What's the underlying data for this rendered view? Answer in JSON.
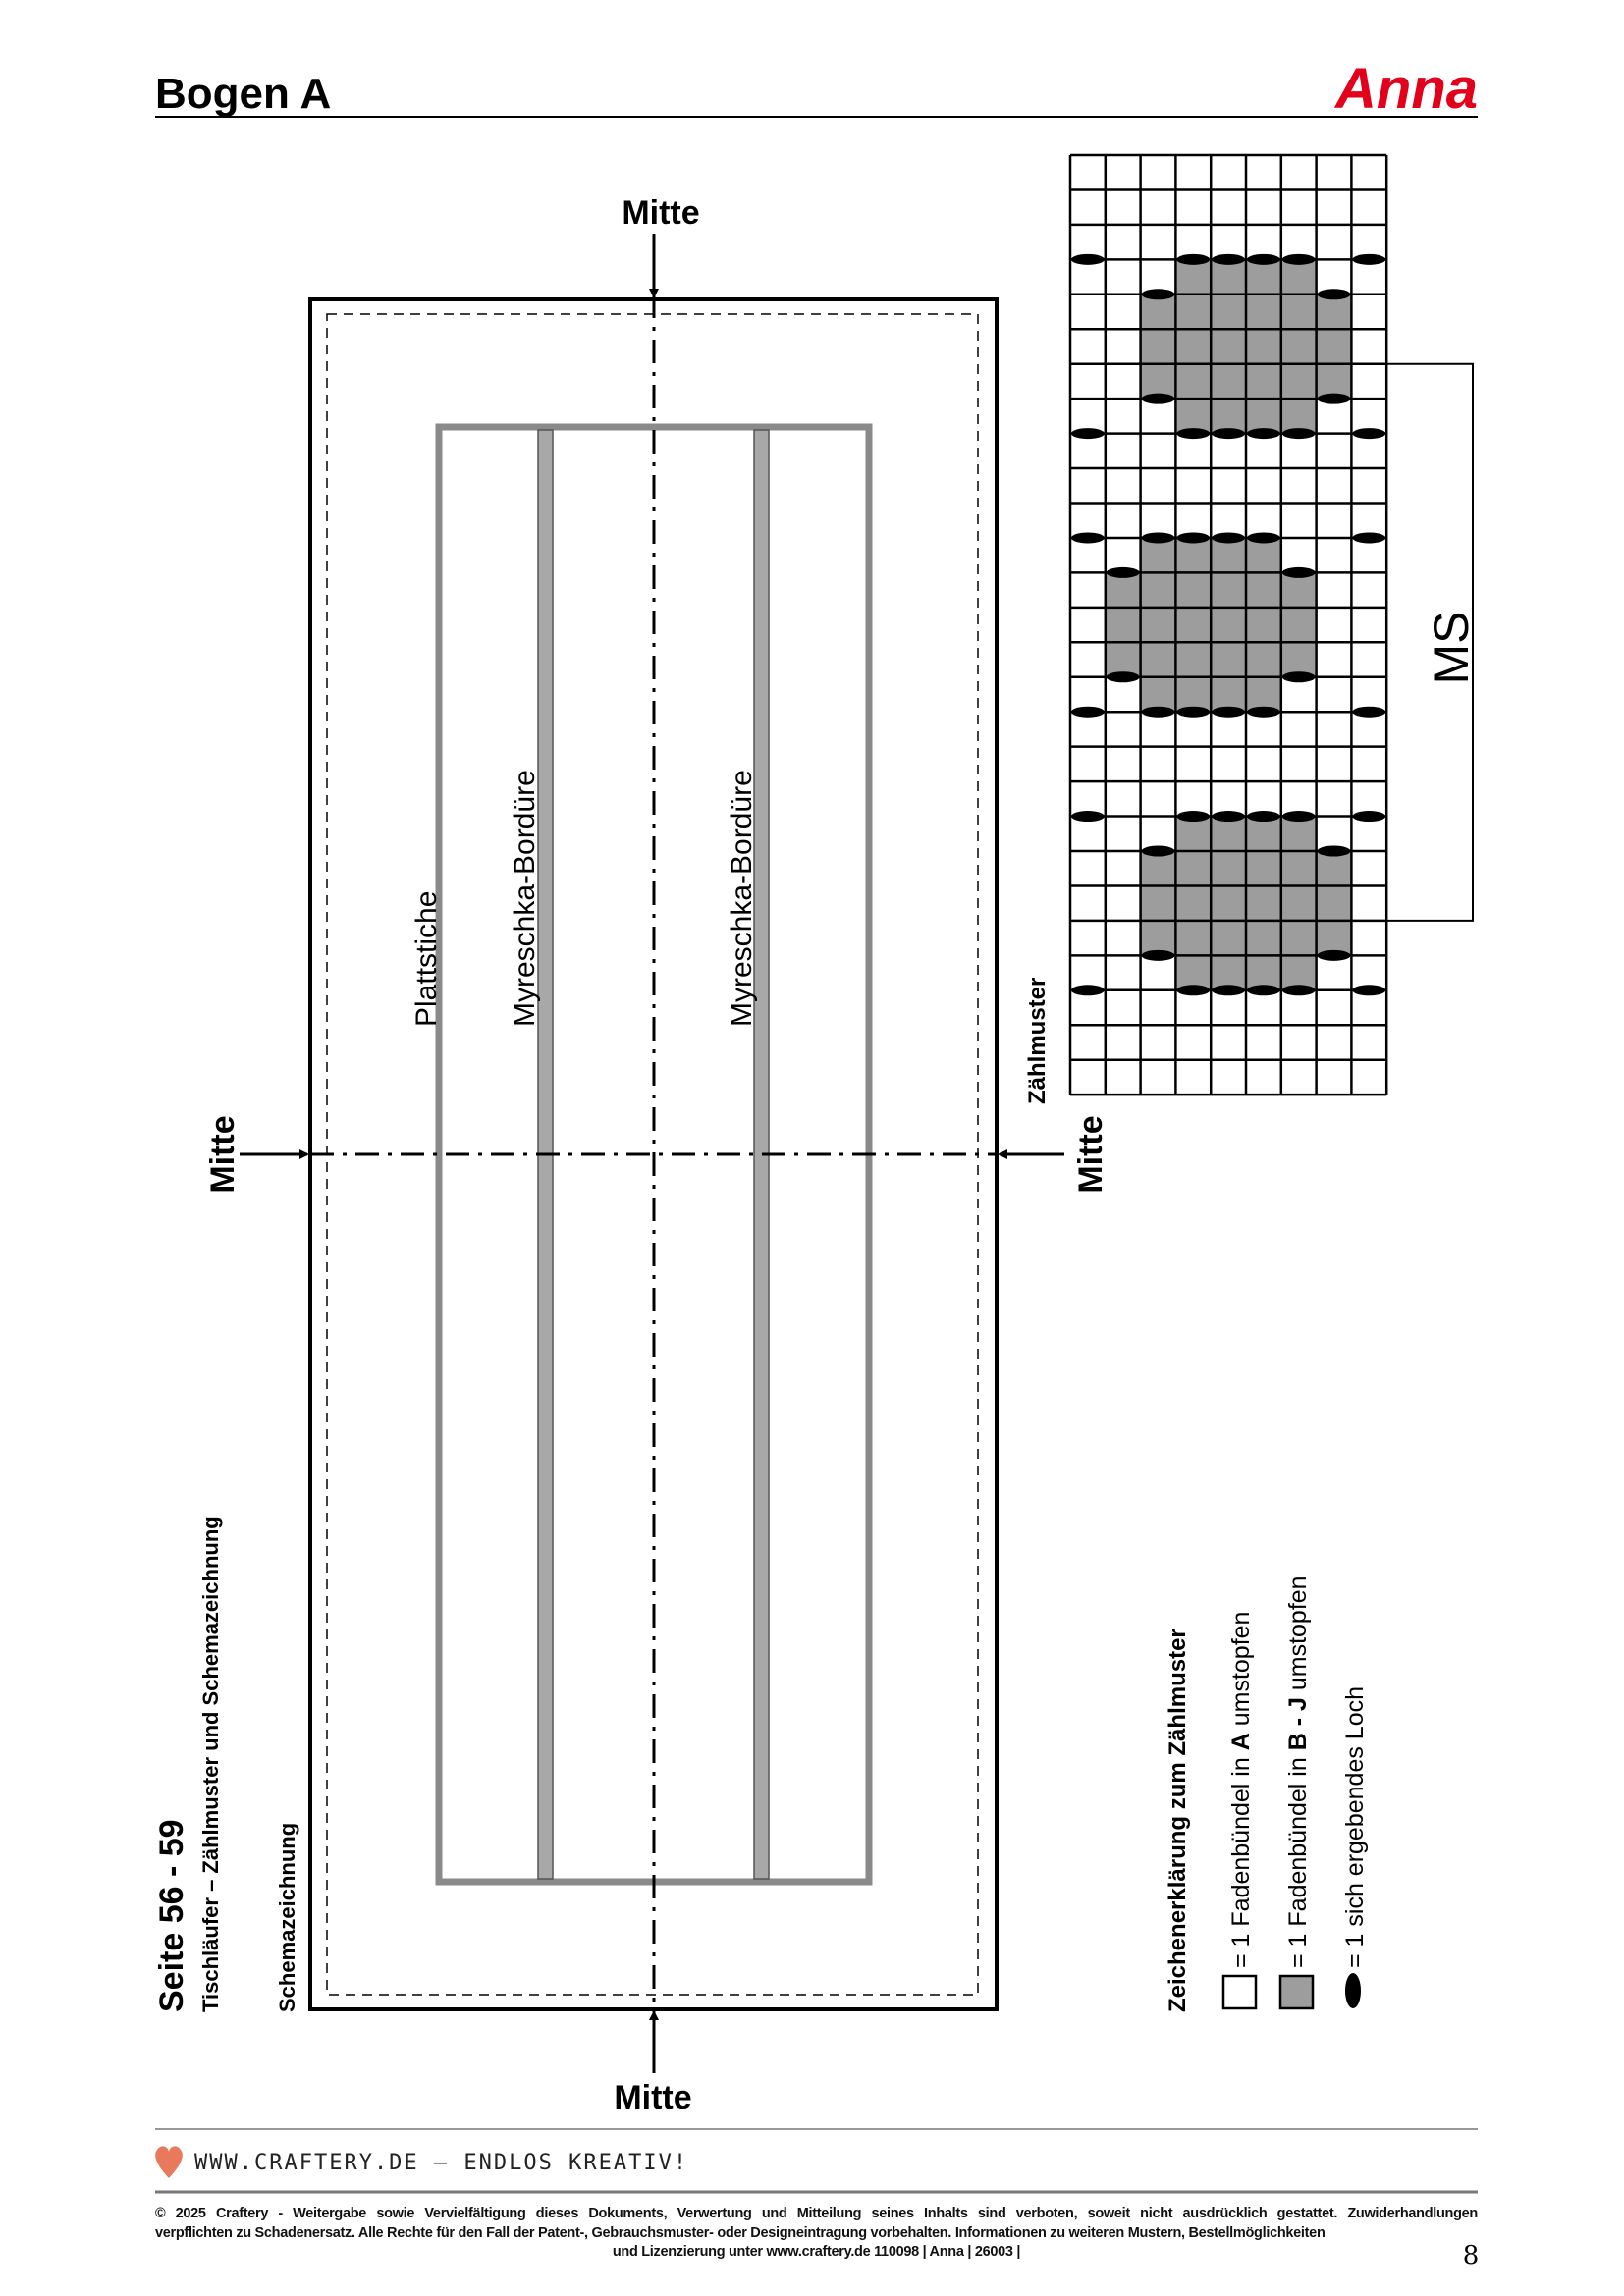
{
  "header": {
    "title": "Bogen A",
    "brand_logo": "Anna",
    "brand_color": "#e2001a"
  },
  "sidebar": {
    "pages": "Seite 56 - 59",
    "subtitle": "Tischläufer – Zählmuster und Schemazeichnung",
    "section": "Schemazeichnung"
  },
  "schema": {
    "center_label": "Mitte",
    "labels": [
      "Plattstiche",
      "Myreschka-Bordüre",
      "Myreschka-Bordüre"
    ]
  },
  "chart": {
    "title": "Zählmuster",
    "center_label": "Mitte",
    "repeat_label": "MS",
    "columns": 9,
    "pattern": [
      ".........",
      ".........",
      ".........",
      "...####..",
      "..######.",
      "..######.",
      "..######.",
      "...####..",
      ".........",
      ".........",
      ".........",
      "..####...",
      ".######..",
      ".######..",
      ".######..",
      "..####...",
      ".........",
      ".........",
      ".........",
      "...####..",
      "..######.",
      "..######.",
      "..######.",
      "...####..",
      ".........",
      ".........",
      "........."
    ],
    "holes": [
      {
        "line": 3,
        "cols": [
          0,
          3,
          4,
          5,
          6,
          8
        ]
      },
      {
        "line": 4,
        "cols": [
          2,
          7
        ]
      },
      {
        "line": 7,
        "cols": [
          2,
          7
        ]
      },
      {
        "line": 8,
        "cols": [
          0,
          3,
          4,
          5,
          6,
          8
        ]
      },
      {
        "line": 11,
        "cols": [
          0,
          2,
          3,
          4,
          5,
          8
        ]
      },
      {
        "line": 12,
        "cols": [
          1,
          6
        ]
      },
      {
        "line": 15,
        "cols": [
          1,
          6
        ]
      },
      {
        "line": 16,
        "cols": [
          0,
          2,
          3,
          4,
          5,
          8
        ]
      },
      {
        "line": 19,
        "cols": [
          0,
          3,
          4,
          5,
          6,
          8
        ]
      },
      {
        "line": 20,
        "cols": [
          2,
          7
        ]
      },
      {
        "line": 23,
        "cols": [
          2,
          7
        ]
      },
      {
        "line": 24,
        "cols": [
          0,
          3,
          4,
          5,
          6,
          8
        ]
      }
    ],
    "repeat_range_lines": [
      6,
      22
    ],
    "gray_color": "#9d9d9d"
  },
  "legend": {
    "title": "Zeichenerklärung zum Zählmuster",
    "items": [
      {
        "prefix": "= 1 Fadenbündel in ",
        "bold": "A",
        "suffix": " umstopfen"
      },
      {
        "prefix": "= 1 Fadenbündel in ",
        "bold": "B - J",
        "suffix": " umstopfen"
      },
      {
        "prefix": "= 1 sich ergebendes Loch",
        "bold": "",
        "suffix": ""
      }
    ]
  },
  "footer": {
    "slogan": "WWW.CRAFTERY.DE – ENDLOS KREATIV!",
    "heart_color": "#e8795c",
    "copyright_1": "© 2025 Craftery - Weitergabe sowie Vervielfältigung dieses Dokuments, Verwertung und Mitteilung seines Inhalts sind verboten, soweit nicht ausdrücklich gestattet. Zuwiderhandlungen",
    "copyright_2": "verpflichten zu Schadenersatz. Alle Rechte für den Fall der Patent-, Gebrauchsmuster- oder Designeintragung vorbehalten. Informationen zu weiteren Mustern, Bestellmöglichkeiten",
    "copyright_3": "und Lizenzierung unter www.craftery.de  110098 | Anna | 26003 |",
    "page_mark": "8"
  }
}
